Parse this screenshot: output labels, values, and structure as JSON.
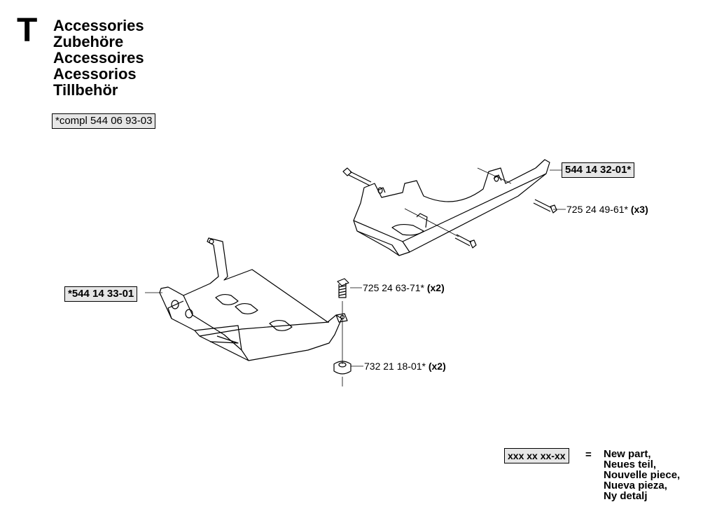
{
  "section": "T",
  "titles": [
    "Accessories",
    "Zubehöre",
    "Accessoires",
    "Acessorios",
    "Tillbehör"
  ],
  "kit_label": "*compl 544 06 93-03",
  "parts": {
    "upper_guard": "544 14 32-01*",
    "lower_guard": "*544 14 33-01",
    "screw_upper_num": "725 24 49-61*",
    "screw_upper_qty": "(x3)",
    "screw_lower_num": "725 24 63-71*",
    "screw_lower_qty": "(x2)",
    "nut_num": "732 21 18-01*",
    "nut_qty": "(x2)"
  },
  "legend": {
    "key": "xxx xx xx-xx",
    "equals": "=",
    "lines": [
      "New part,",
      "Neues teil,",
      "Nouvelle piece,",
      "Nueva pieza,",
      "Ny detalj"
    ]
  }
}
